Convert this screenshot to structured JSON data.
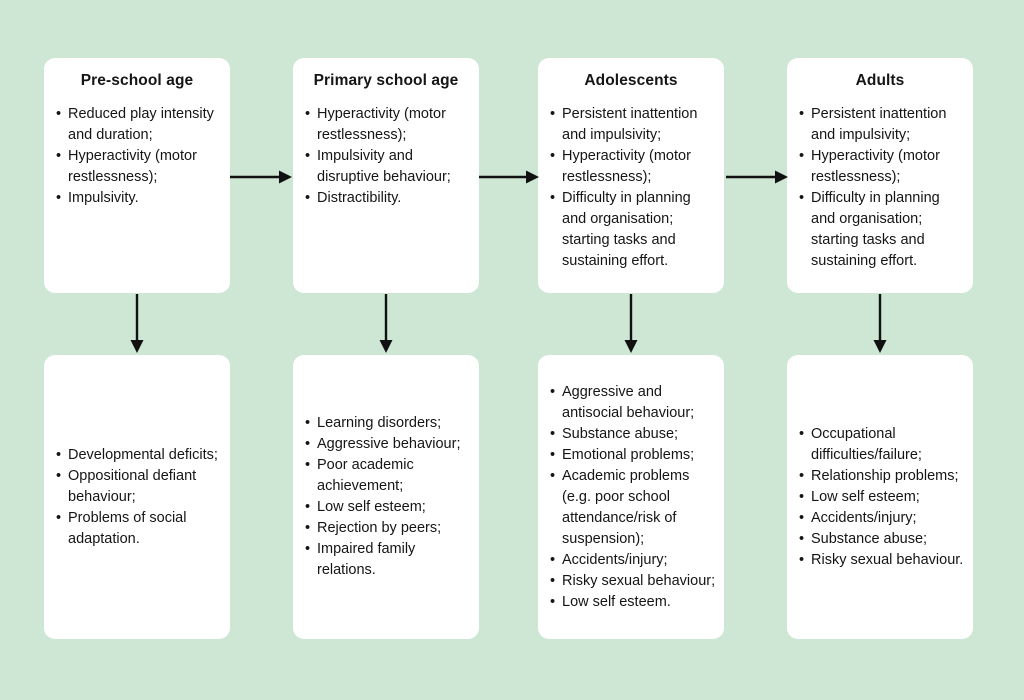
{
  "canvas": {
    "background": "#cde7d4",
    "card_background": "#ffffff",
    "text_color": "#151515",
    "arrow_color": "#111111"
  },
  "columns": [
    {
      "title": "Pre-school age",
      "symptoms": [
        "Reduced play intensity and duration;",
        "Hyperactivity (motor restlessness);",
        "Impulsivity."
      ],
      "outcomes": [
        "Developmental deficits;",
        "Oppositional defiant behaviour;",
        "Problems of social adaptation."
      ]
    },
    {
      "title": "Primary school age",
      "symptoms": [
        "Hyperactivity (motor restlessness);",
        "Impulsivity and disruptive behaviour;",
        "Distractibility."
      ],
      "outcomes": [
        "Learning disorders;",
        "Aggressive behaviour;",
        "Poor academic achievement;",
        "Low self esteem;",
        "Rejection by peers;",
        "Impaired family relations."
      ]
    },
    {
      "title": "Adolescents",
      "symptoms": [
        "Persistent inattention and impulsivity;",
        "Hyperactivity (motor restlessness);",
        "Difficulty in planning and organisation; starting tasks and sustaining effort."
      ],
      "outcomes": [
        "Aggressive and antisocial behaviour;",
        "Substance abuse;",
        "Emotional problems;",
        "Academic problems (e.g. poor school attendance/risk of suspension);",
        "Accidents/injury;",
        "Risky sexual behaviour;",
        "Low self esteem."
      ]
    },
    {
      "title": "Adults",
      "symptoms": [
        "Persistent inattention and impulsivity;",
        "Hyperactivity (motor restlessness);",
        "Difficulty in planning and organisation; starting tasks and sustaining effort."
      ],
      "outcomes": [
        "Occupational difficulties/failure;",
        "Relationship problems;",
        "Low self esteem;",
        "Accidents/injury;",
        "Substance abuse;",
        "Risky sexual behaviour."
      ]
    }
  ]
}
